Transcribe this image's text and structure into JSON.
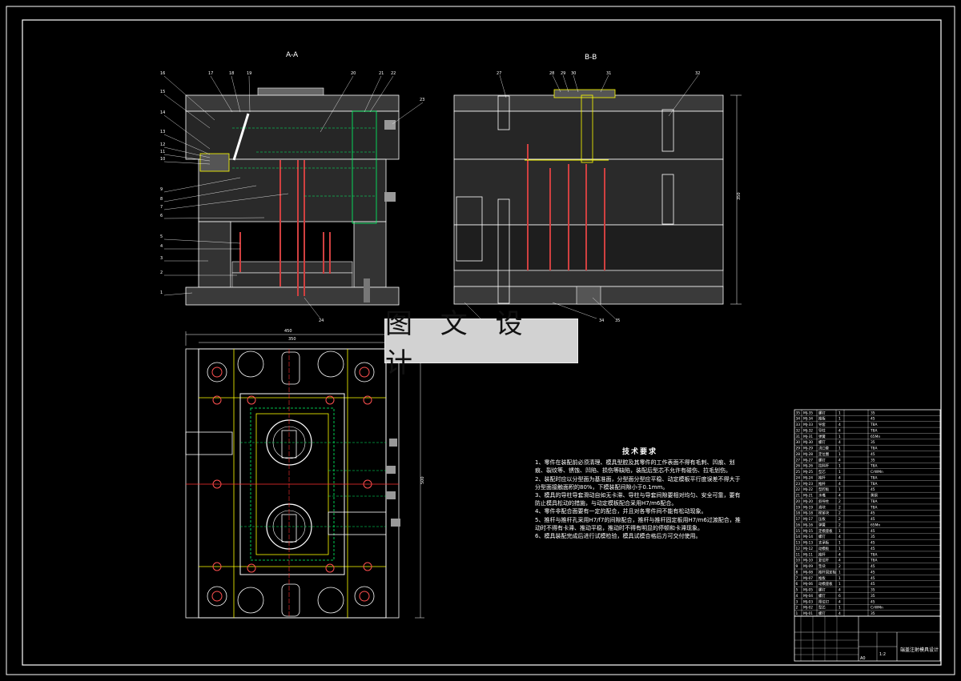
{
  "views": {
    "section_a": "A-A",
    "section_b": "B-B"
  },
  "watermark": "图 文 设 计",
  "tech_requirements": {
    "title": "技术要求",
    "items": [
      "1、零件在装配前必须清理、模具型腔及其零件的工作表面不得有毛刺、凹痕、划痕、裂纹等、锈蚀、凹陷、损伤等缺陷，装配后型芯不允许有碰伤、拉毛划伤。",
      "2、装配时应以分型面为基准面，分型面分型应平稳、动定模板平行度误差不得大于分型面接触面积的80%，下模装配间隙小于0.1mm。",
      "3、模具的导柱导套滑动自如无卡滞、导柱与导套间隙要相对均匀、安全可靠，要有防止模具松动的措施，与动定模板配合采用H7/m6配合。",
      "4、零件非配合面要有一定的配合，并且对各零件间不能有松动现象。",
      "5、推杆与推杆孔采用H7/f7的间隙配合，推杆与推杆固定板用H7/m6过渡配合，推动时不得有卡滞、推动平稳，推动时不得有明显的停顿和卡滞现象。",
      "6、模具装配完成后进行试模检验，模具试模合格后方可交付使用。"
    ]
  },
  "bom_rows": [
    [
      "35",
      "MJ-35",
      "螺钉",
      "1",
      "35"
    ],
    [
      "34",
      "MJ-34",
      "推板",
      "1",
      "45"
    ],
    [
      "33",
      "MJ-33",
      "导套",
      "4",
      "T8A"
    ],
    [
      "32",
      "MJ-32",
      "导柱",
      "4",
      "T8A"
    ],
    [
      "31",
      "MJ-31",
      "弹簧",
      "1",
      "65Mn"
    ],
    [
      "30",
      "MJ-30",
      "螺钉",
      "4",
      "35"
    ],
    [
      "29",
      "MJ-29",
      "浇口套",
      "1",
      "T8A"
    ],
    [
      "28",
      "MJ-28",
      "定位圈",
      "1",
      "45"
    ],
    [
      "27",
      "MJ-27",
      "螺钉",
      "4",
      "35"
    ],
    [
      "26",
      "MJ-26",
      "拉料杆",
      "1",
      "T8A"
    ],
    [
      "25",
      "MJ-25",
      "型芯",
      "1",
      "CrWMn"
    ],
    [
      "24",
      "MJ-24",
      "推杆",
      "4",
      "T8A"
    ],
    [
      "23",
      "MJ-23",
      "推杆",
      "4",
      "T8A"
    ],
    [
      "22",
      "MJ-22",
      "型腔板",
      "1",
      "45"
    ],
    [
      "21",
      "MJ-21",
      "水嘴",
      "4",
      "黄铜"
    ],
    [
      "20",
      "MJ-20",
      "斜导柱",
      "2",
      "T8A"
    ],
    [
      "19",
      "MJ-19",
      "滑块",
      "2",
      "T8A"
    ],
    [
      "18",
      "MJ-18",
      "楔紧块",
      "2",
      "45"
    ],
    [
      "17",
      "MJ-17",
      "压板",
      "2",
      "45"
    ],
    [
      "16",
      "MJ-16",
      "弹簧",
      "2",
      "65Mn"
    ],
    [
      "15",
      "MJ-15",
      "定模座板",
      "1",
      "45"
    ],
    [
      "14",
      "MJ-14",
      "螺钉",
      "4",
      "35"
    ],
    [
      "13",
      "MJ-13",
      "支承板",
      "1",
      "45"
    ],
    [
      "12",
      "MJ-12",
      "动模板",
      "1",
      "45"
    ],
    [
      "11",
      "MJ-11",
      "推杆",
      "4",
      "T8A"
    ],
    [
      "10",
      "MJ-10",
      "复位杆",
      "4",
      "T8A"
    ],
    [
      "9",
      "MJ-09",
      "垫块",
      "2",
      "45"
    ],
    [
      "8",
      "MJ-08",
      "推杆固定板",
      "1",
      "45"
    ],
    [
      "7",
      "MJ-07",
      "推板",
      "1",
      "45"
    ],
    [
      "6",
      "MJ-06",
      "动模座板",
      "1",
      "45"
    ],
    [
      "5",
      "MJ-05",
      "螺钉",
      "4",
      "35"
    ],
    [
      "4",
      "MJ-04",
      "螺钉",
      "6",
      "35"
    ],
    [
      "3",
      "MJ-03",
      "限位钉",
      "4",
      "45"
    ],
    [
      "2",
      "MJ-02",
      "型芯",
      "1",
      "CrWMn"
    ],
    [
      "1",
      "MJ-01",
      "螺钉",
      "4",
      "35"
    ]
  ],
  "title_block": {
    "title": "端盖注射模具设计",
    "sheet": "A0",
    "scale": "1:2"
  }
}
